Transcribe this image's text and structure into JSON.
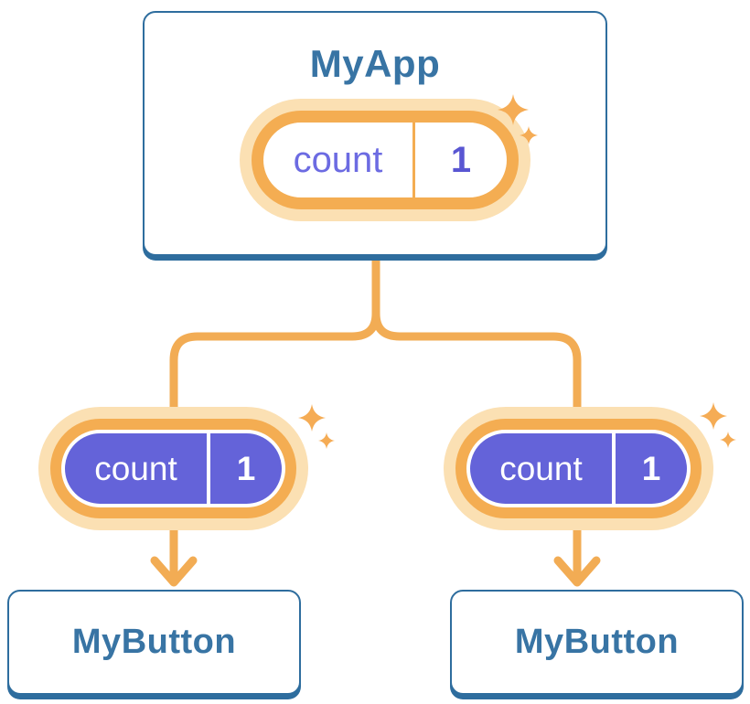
{
  "root": {
    "name": "MyApp",
    "state_pill": {
      "label": "count",
      "value": "1"
    }
  },
  "children": [
    {
      "name": "MyButton",
      "prop_pill": {
        "label": "count",
        "value": "1"
      }
    },
    {
      "name": "MyButton",
      "prop_pill": {
        "label": "count",
        "value": "1"
      }
    }
  ],
  "icons": {
    "sparkle": "four-point-star"
  },
  "colors": {
    "card_border_blue": "#2e6d9e",
    "card_text_blue": "#3874a4",
    "pill_purple": "#6463d9",
    "state_label_purple": "#6c6be2",
    "state_value_purple": "#5956d2",
    "ring_orange": "#f4ad52",
    "ring_glow": "#fbe0b3",
    "line_orange": "#f2ac54",
    "sparkle_orange": "#f5ac55",
    "background": "#ffffff"
  }
}
